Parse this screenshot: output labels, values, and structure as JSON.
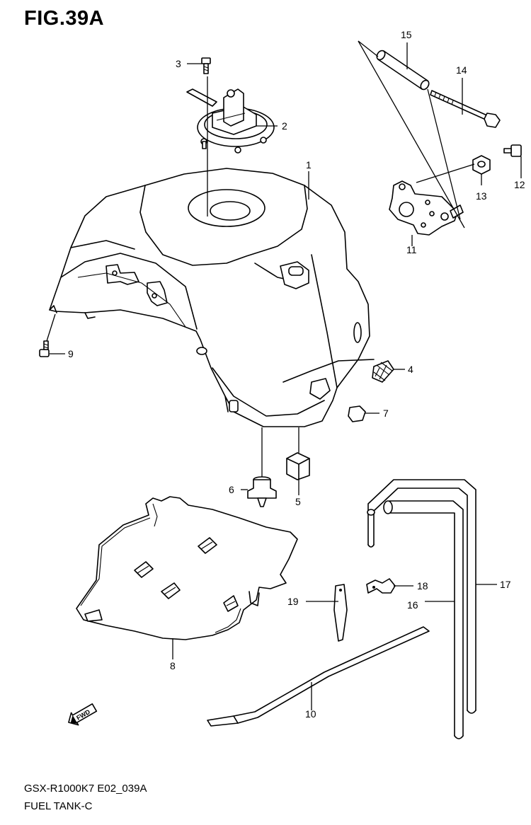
{
  "figure": {
    "title": "FIG.39A",
    "code": "GSX-R1000K7 E02_039A",
    "caption": "FUEL TANK-C",
    "fwd_mark": "FWD"
  },
  "callouts": [
    {
      "id": "c1",
      "label": "1"
    },
    {
      "id": "c2",
      "label": "2"
    },
    {
      "id": "c3",
      "label": "3"
    },
    {
      "id": "c4",
      "label": "4"
    },
    {
      "id": "c5",
      "label": "5"
    },
    {
      "id": "c6",
      "label": "6"
    },
    {
      "id": "c7",
      "label": "7"
    },
    {
      "id": "c8",
      "label": "8"
    },
    {
      "id": "c9",
      "label": "9"
    },
    {
      "id": "c10",
      "label": "10"
    },
    {
      "id": "c11",
      "label": "11"
    },
    {
      "id": "c12",
      "label": "12"
    },
    {
      "id": "c13",
      "label": "13"
    },
    {
      "id": "c14",
      "label": "14"
    },
    {
      "id": "c15",
      "label": "15"
    },
    {
      "id": "c16",
      "label": "16"
    },
    {
      "id": "c17",
      "label": "17"
    },
    {
      "id": "c18",
      "label": "18"
    },
    {
      "id": "c19",
      "label": "19"
    }
  ]
}
